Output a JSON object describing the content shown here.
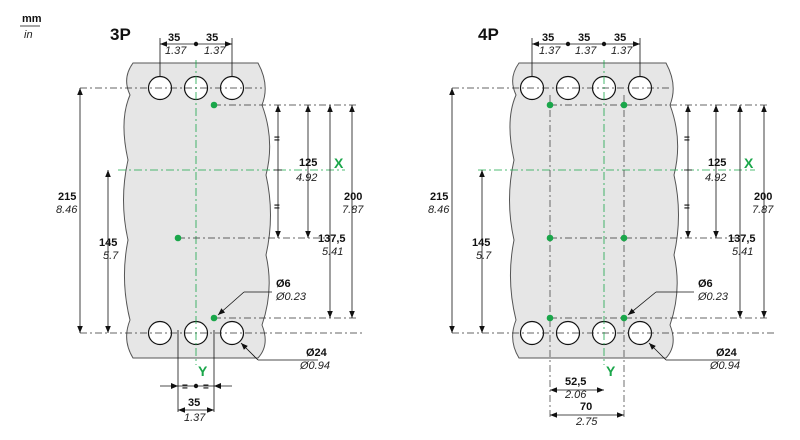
{
  "units": {
    "primary": "mm",
    "secondary": "in"
  },
  "colors": {
    "mounting_point": "#1aa64a",
    "plate_fill": "#e6e6e6"
  },
  "diagrams": [
    {
      "title": "3P",
      "axis_x": "X",
      "axis_y": "Y",
      "eq_mark": "=",
      "top_spacing": [
        {
          "mm": "35",
          "in": "1.37"
        },
        {
          "mm": "35",
          "in": "1.37"
        }
      ],
      "height_215": {
        "mm": "215",
        "in": "8.46"
      },
      "height_145": {
        "mm": "145",
        "in": "5.7"
      },
      "height_125": {
        "mm": "125",
        "in": "4.92"
      },
      "height_137_5": {
        "mm": "137,5",
        "in": "5.41"
      },
      "height_200": {
        "mm": "200",
        "in": "7.87"
      },
      "mount_hole": {
        "mm": "Ø6",
        "in": "Ø0.23"
      },
      "main_hole": {
        "mm": "Ø24",
        "in": "Ø0.94"
      },
      "bottom_spacing": {
        "mm": "35",
        "in": "1.37"
      }
    },
    {
      "title": "4P",
      "axis_x": "X",
      "axis_y": "Y",
      "eq_mark": "=",
      "top_spacing": [
        {
          "mm": "35",
          "in": "1.37"
        },
        {
          "mm": "35",
          "in": "1.37"
        },
        {
          "mm": "35",
          "in": "1.37"
        }
      ],
      "height_215": {
        "mm": "215",
        "in": "8.46"
      },
      "height_145": {
        "mm": "145",
        "in": "5.7"
      },
      "height_125": {
        "mm": "125",
        "in": "4.92"
      },
      "height_137_5": {
        "mm": "137,5",
        "in": "5.41"
      },
      "height_200": {
        "mm": "200",
        "in": "7.87"
      },
      "mount_hole": {
        "mm": "Ø6",
        "in": "Ø0.23"
      },
      "main_hole": {
        "mm": "Ø24",
        "in": "Ø0.94"
      },
      "bottom_spacing_inner": {
        "mm": "52,5",
        "in": "2.06"
      },
      "bottom_spacing_outer": {
        "mm": "70",
        "in": "2.75"
      }
    }
  ]
}
